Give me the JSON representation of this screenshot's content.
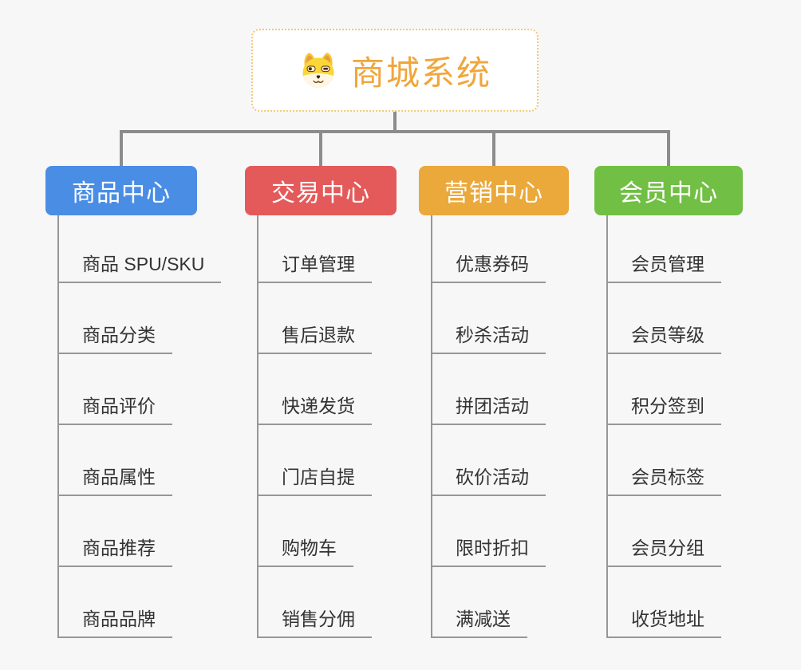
{
  "root": {
    "title": "商城系统",
    "icon": "dog-icon",
    "title_color": "#F0A63B",
    "border_color": "#F2C879"
  },
  "branches": [
    {
      "label": "商品中心",
      "color": "#4A8DE5",
      "items": [
        "商品 SPU/SKU",
        "商品分类",
        "商品评价",
        "商品属性",
        "商品推荐",
        "商品品牌"
      ]
    },
    {
      "label": "交易中心",
      "color": "#E45A5A",
      "items": [
        "订单管理",
        "售后退款",
        "快递发货",
        "门店自提",
        "购物车",
        "销售分佣"
      ]
    },
    {
      "label": "营销中心",
      "color": "#EBA83B",
      "items": [
        "优惠券码",
        "秒杀活动",
        "拼团活动",
        "砍价活动",
        "限时折扣",
        "满减送"
      ]
    },
    {
      "label": "会员中心",
      "color": "#71BF44",
      "items": [
        "会员管理",
        "会员等级",
        "积分签到",
        "会员标签",
        "会员分组",
        "收货地址"
      ]
    }
  ],
  "colors": {
    "connector": "#8C8C8C",
    "leaf_line": "#979797",
    "leaf_text": "#333333",
    "background": "#F7F7F7"
  }
}
